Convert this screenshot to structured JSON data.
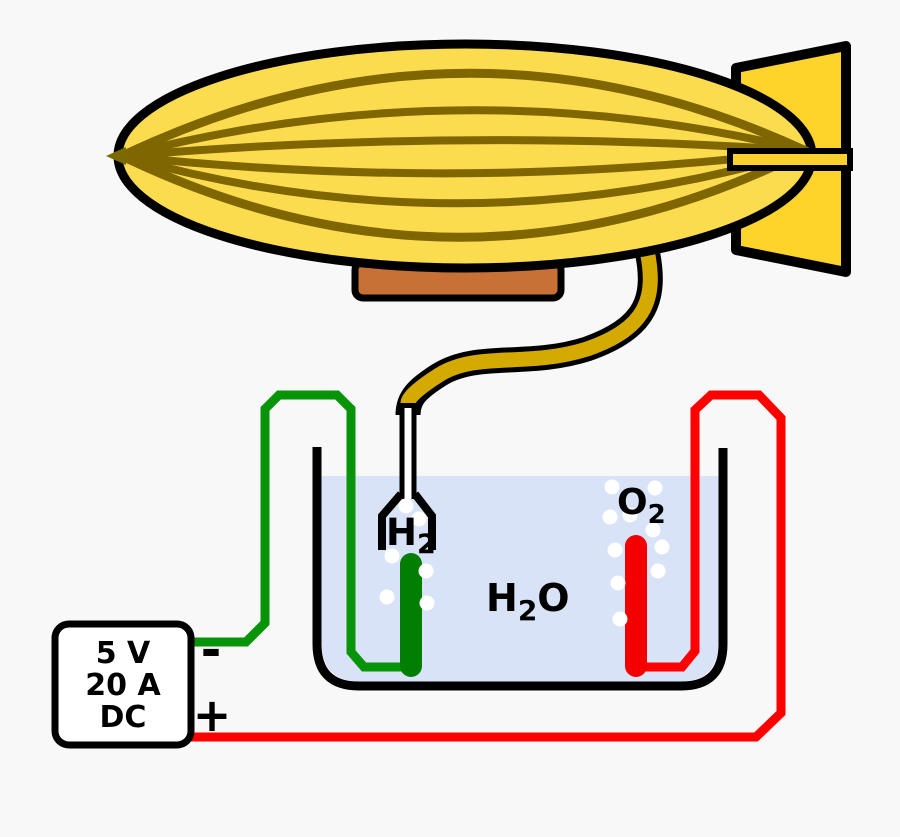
{
  "power_supply": {
    "voltage": "5 V",
    "current": "20 A",
    "type": "DC",
    "negative_terminal": "-",
    "positive_terminal": "+"
  },
  "chemistry": {
    "hydrogen": {
      "element": "H",
      "subscript": "2"
    },
    "oxygen": {
      "element": "O",
      "subscript": "2"
    },
    "water": {
      "part1": "H",
      "part1_sub": "2",
      "part2": "O"
    }
  },
  "colors": {
    "background": "#F8F8F8",
    "blimp_body": "#FCDC4F",
    "blimp_stripe": "#806600",
    "nose_tip": "#7A6A00",
    "tail_fin": "#FFD42A",
    "elevator_bar": "#FBD12D",
    "gondola": "#C87137",
    "hose": "#D4AA00",
    "tube": "#FFFFFF",
    "water": "#D9E3F8",
    "wire_negative": "#089408",
    "electrode_hydrogen": "#027E02",
    "wire_positive": "#FF0000",
    "electrode_oxygen": "#F30000",
    "bubble": "#FFFFFF",
    "power_box": "#FFFFFF"
  }
}
